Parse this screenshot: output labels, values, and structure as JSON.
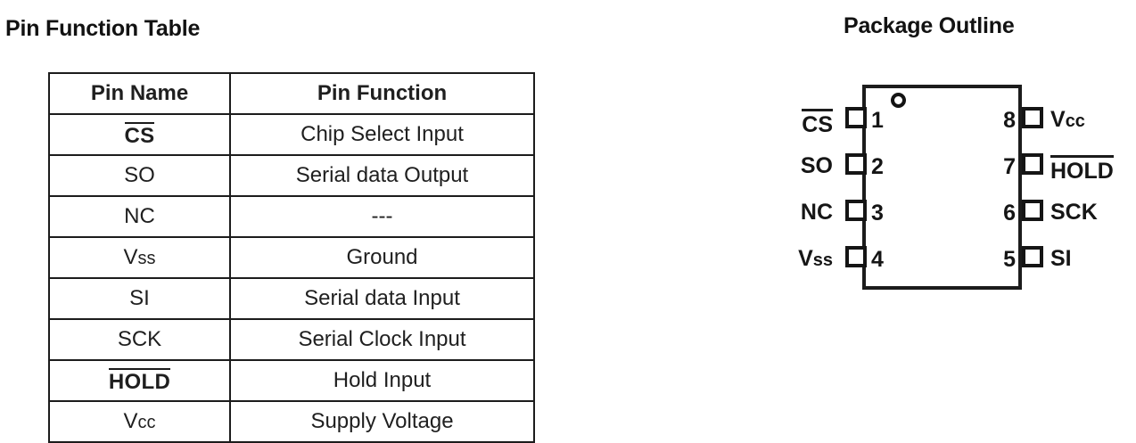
{
  "sections": {
    "pin_function_table_title": "Pin Function Table",
    "package_outline_title": "Package Outline"
  },
  "pin_function_table": {
    "columns": [
      "Pin Name",
      "Pin Function"
    ],
    "rows": [
      {
        "pin_name": "CS",
        "overline": true,
        "bold": true,
        "pin_function": "Chip Select Input"
      },
      {
        "pin_name": "SO",
        "overline": false,
        "bold": false,
        "pin_function": "Serial data Output"
      },
      {
        "pin_name": "NC",
        "overline": false,
        "bold": false,
        "pin_function": "---"
      },
      {
        "pin_name": "Vss",
        "overline": false,
        "bold": false,
        "pin_function": "Ground"
      },
      {
        "pin_name": "SI",
        "overline": false,
        "bold": false,
        "pin_function": "Serial data Input"
      },
      {
        "pin_name": "SCK",
        "overline": false,
        "bold": false,
        "pin_function": "Serial Clock Input"
      },
      {
        "pin_name": "HOLD",
        "overline": true,
        "bold": true,
        "pin_function": "Hold Input"
      },
      {
        "pin_name": "Vcc",
        "overline": false,
        "bold": false,
        "pin_function": "Supply Voltage"
      }
    ]
  },
  "package_outline": {
    "pin1_marker": "pin1-dot-marker",
    "left_pins": [
      {
        "number": "1",
        "label": "CS",
        "overline": true
      },
      {
        "number": "2",
        "label": "SO",
        "overline": false
      },
      {
        "number": "3",
        "label": "NC",
        "overline": false
      },
      {
        "number": "4",
        "label": "Vss",
        "overline": false
      }
    ],
    "right_pins": [
      {
        "number": "8",
        "label": "Vcc",
        "overline": false
      },
      {
        "number": "7",
        "label": "HOLD",
        "overline": true
      },
      {
        "number": "6",
        "label": "SCK",
        "overline": false
      },
      {
        "number": "5",
        "label": "SI",
        "overline": false
      }
    ]
  },
  "colors": {
    "ink": "#1c1c1c",
    "background": "#ffffff"
  }
}
